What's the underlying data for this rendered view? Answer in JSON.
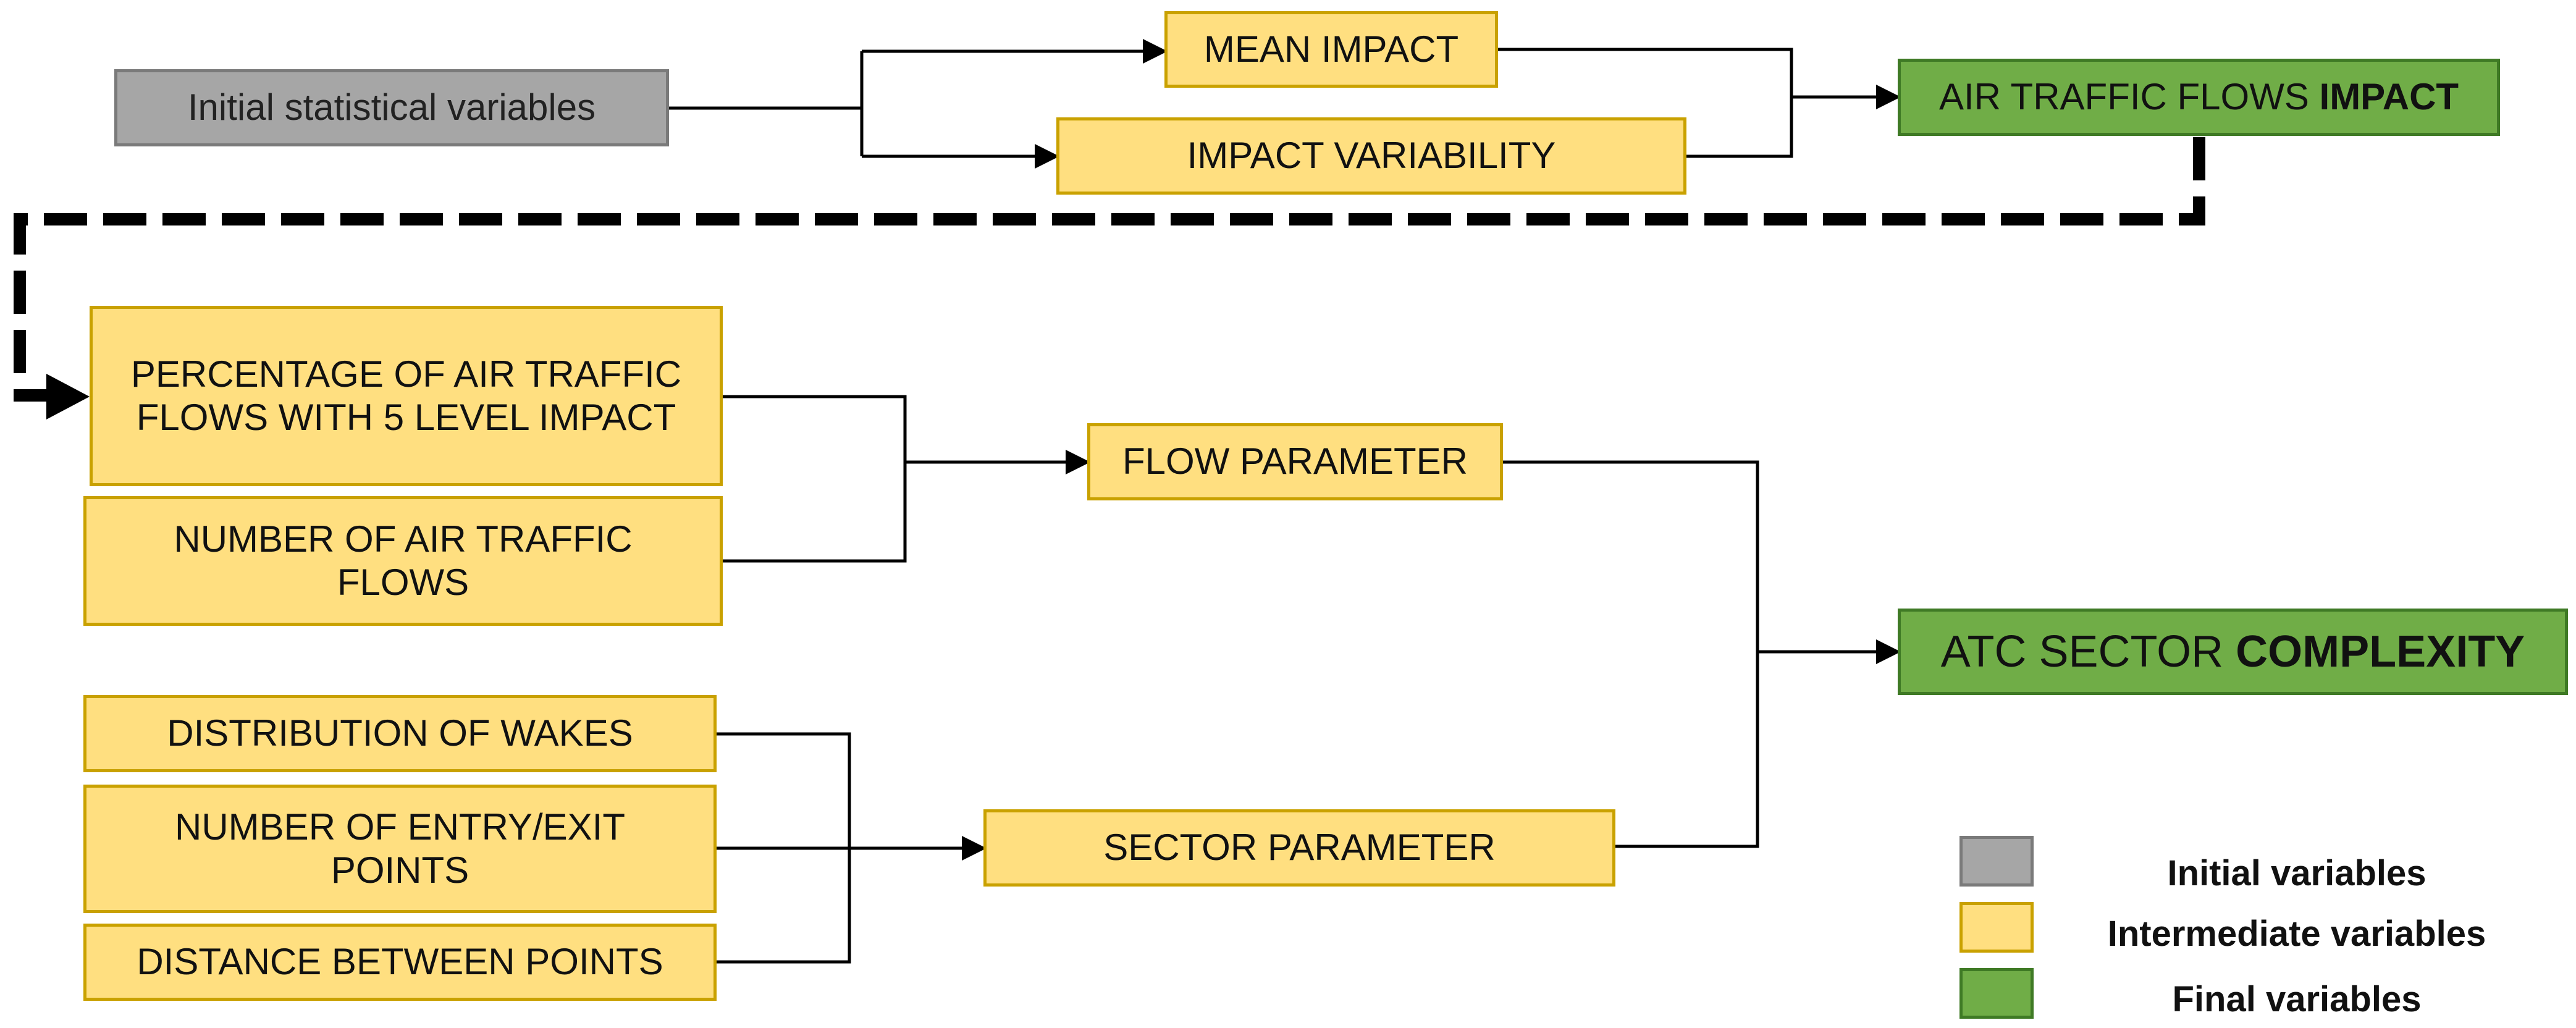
{
  "nodes": {
    "initial_stats": "Initial statistical variables",
    "mean_impact": "MEAN IMPACT",
    "impact_variability": "IMPACT VARIABILITY",
    "flows_impact": {
      "normal": "AIR TRAFFIC FLOWS ",
      "bold": "IMPACT"
    },
    "percentage_flows": "PERCENTAGE OF AIR TRAFFIC FLOWS WITH 5 LEVEL IMPACT",
    "number_flows": "NUMBER OF AIR TRAFFIC FLOWS",
    "flow_parameter": "FLOW PARAMETER",
    "atc_complexity": {
      "normal": "ATC SECTOR ",
      "bold": "COMPLEXITY"
    },
    "distribution_wakes": "DISTRIBUTION OF WAKES",
    "entry_exit_points": "NUMBER OF ENTRY/EXIT POINTS",
    "distance_points": "DISTANCE BETWEEN POINTS",
    "sector_parameter": "SECTOR PARAMETER"
  },
  "legend": {
    "initial": "Initial variables",
    "intermediate": "Intermediate variables",
    "final": "Final variables"
  },
  "colors": {
    "initial_fill": "#a6a6a6",
    "intermediate_fill": "#ffdf80",
    "final_fill": "#70ad47"
  }
}
